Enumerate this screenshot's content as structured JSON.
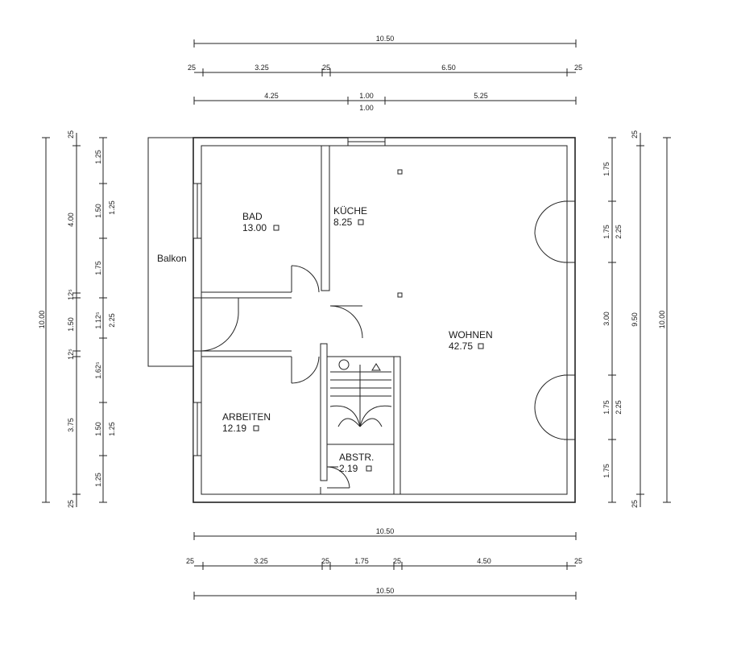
{
  "rooms": {
    "bad": {
      "name": "BAD",
      "area": "13.00"
    },
    "kueche": {
      "name": "KÜCHE",
      "area": "8.25"
    },
    "wohnen": {
      "name": "WOHNEN",
      "area": "42.75"
    },
    "arbeiten": {
      "name": "ARBEITEN",
      "area": "12.19"
    },
    "abstr": {
      "name": "ABSTR.",
      "area": "2.19"
    },
    "balkon": {
      "name": "Balkon"
    }
  },
  "dims": {
    "top_total": "10.50",
    "top_row2": [
      "25",
      "3.25",
      "25",
      "6.50",
      "25"
    ],
    "top_row3": [
      "4.25",
      "1.00",
      "1.00",
      "5.25"
    ],
    "bottom_total": "10.50",
    "bottom_row2": [
      "25",
      "3.25",
      "25",
      "1.75",
      "25",
      "4.50",
      "25"
    ],
    "bottom_total2": "10.50",
    "left_total": "10.00",
    "left_row2": [
      "25",
      "4.00",
      "12⁵",
      "1.50",
      "12⁵",
      "3.75",
      "25"
    ],
    "left_row3": [
      "1.25",
      "1.50",
      "1.75",
      "1.12⁵",
      "1.62⁵",
      "1.50",
      "1.25"
    ],
    "left_row4": [
      "1.25",
      "2.25",
      "1.25"
    ],
    "right_total": "10.00",
    "right_row2": [
      "25",
      "9.50",
      "25"
    ],
    "right_row3": [
      "1.75",
      "1.75",
      "3.00",
      "1.75",
      "1.75"
    ],
    "right_row4": [
      "2.25",
      "2.25"
    ]
  }
}
